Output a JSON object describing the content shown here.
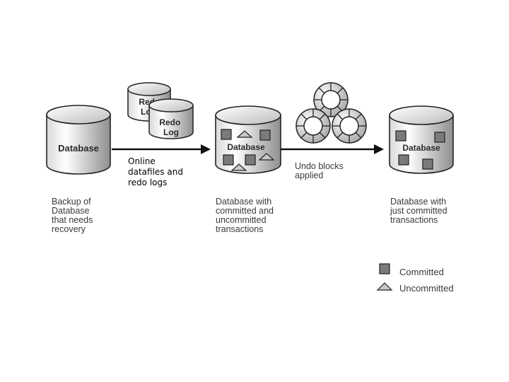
{
  "cylinders": {
    "backup_label": "Database",
    "redo_back_label": "Redo\nLog",
    "redo_front_label": "Redo\nLog",
    "mixed_label": "Database",
    "committed_label": "Database"
  },
  "overlay_text": "Online\ndatafiles and\n redo logs",
  "undo_label": "Undo blocks\napplied",
  "captions": {
    "backup": "Backup of\nDatabase\nthat needs\nrecovery",
    "mixed": "Database with\ncommitted and\nuncommitted\ntransactions",
    "committed": "Database with\njust committed\ntransactions"
  },
  "legend": {
    "committed": "Committed",
    "uncommitted": "Uncommitted"
  },
  "colors": {
    "cylinder_light": "#ffffff",
    "cylinder_dark": "#9a9a9a",
    "outline": "#222222",
    "square_fill": "#7a7a7a",
    "triangle_fill": "#c8c8c8",
    "arrow": "#111111"
  }
}
